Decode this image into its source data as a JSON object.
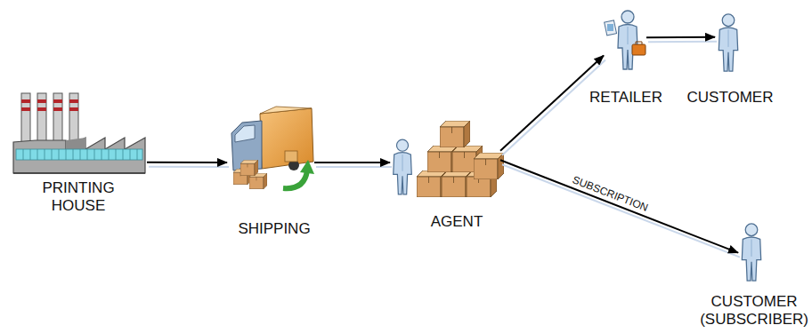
{
  "diagram": {
    "nodes": [
      {
        "text": [
          "PRINTING HOUSE"
        ]
      },
      {
        "text": [
          "SHIPPING"
        ]
      },
      {
        "text": [
          "AGENT"
        ]
      },
      {
        "text": [
          "RETAILER"
        ]
      },
      {
        "text": [
          "CUSTOMER"
        ]
      },
      {
        "text": [
          "CUSTOMER (SUBSCRIBER)"
        ]
      }
    ],
    "edges": [
      {
        "from": 0,
        "to": 1,
        "arrow": "to"
      },
      {
        "from": 1,
        "to": 2,
        "arrow": "to"
      },
      {
        "from": 2,
        "to": 3,
        "arrow": "to"
      },
      {
        "from": 3,
        "to": 4,
        "arrow": "to"
      },
      {
        "from": 2,
        "to": 5,
        "label": "SUBSCRIPTION",
        "arrow": "to"
      }
    ]
  }
}
